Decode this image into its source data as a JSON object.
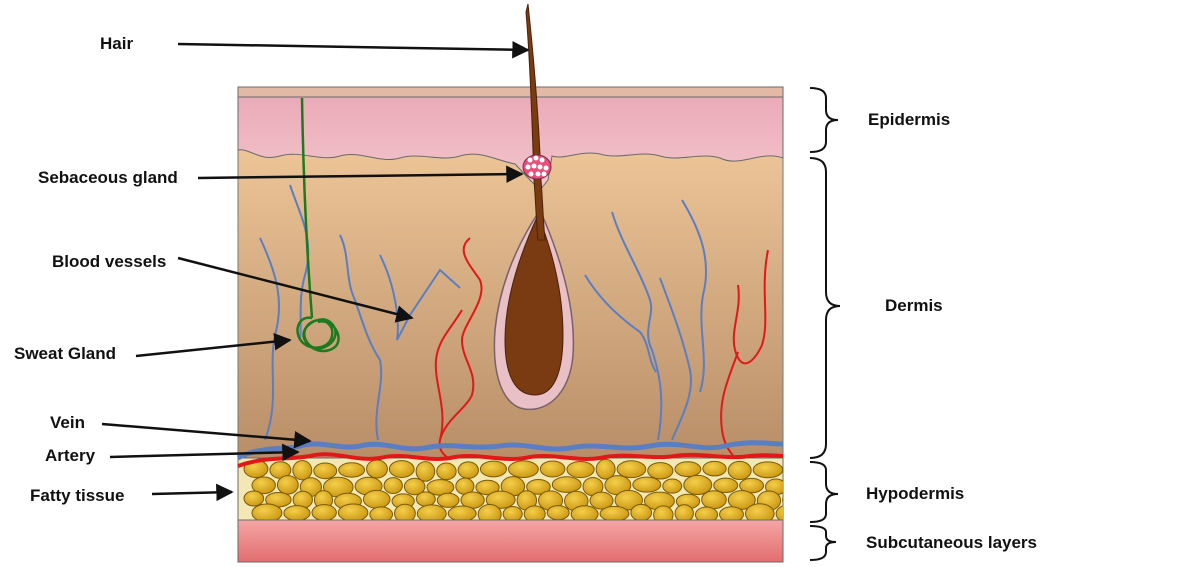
{
  "labels": {
    "hair": "Hair",
    "sebaceous_gland": "Sebaceous gland",
    "blood_vessels": "Blood vessels",
    "sweat_gland": "Sweat Gland",
    "vein": "Vein",
    "artery": "Artery",
    "fatty_tissue": "Fatty tissue"
  },
  "layers": {
    "epidermis": "Epidermis",
    "dermis": "Dermis",
    "hypodermis": "Hypodermis",
    "subcutaneous": "Subcutaneous layers"
  },
  "colors": {
    "epidermis": "#eeb6c0",
    "dermis_top": "#f6cfa0",
    "dermis_bottom": "#b88e68",
    "hair": "#7a3a12",
    "vein": "#5a7ec4",
    "artery": "#e01818",
    "sweat_gland": "#1e7a1e",
    "fat": "#e2b226",
    "fat_bg": "#f3e8b4",
    "subcutaneous": "#ef8e8e"
  }
}
